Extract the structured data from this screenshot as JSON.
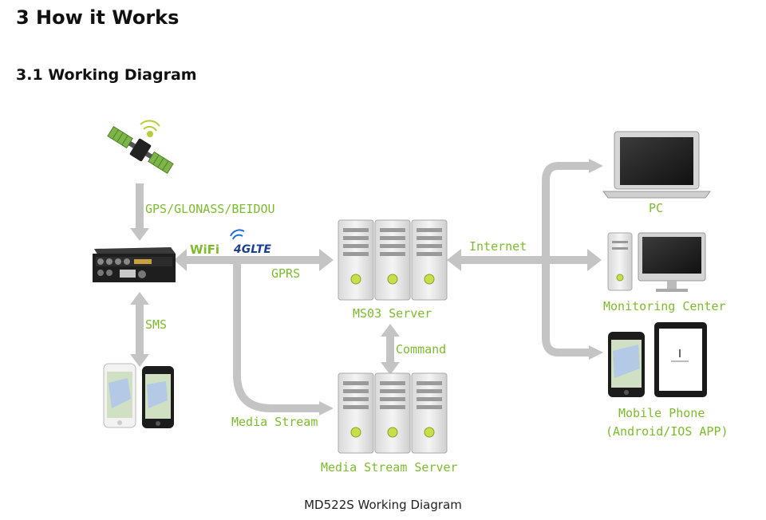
{
  "section_title": "3 How it Works",
  "subsection_title": "3.1 Working Diagram",
  "caption": "MD522S Working Diagram",
  "labels": {
    "gnss": "GPS/GLONASS/BEIDOU",
    "sms": "SMS",
    "gprs": "GPRS",
    "wifi": "WiFi",
    "lte": "4GLTE",
    "internet": "Internet",
    "command": "Command",
    "media_stream": "Media Stream",
    "ms03_server": "MS03 Server",
    "media_stream_server": "Media Stream Server",
    "pc": "PC",
    "monitoring_center": "Monitoring Center",
    "mobile_phone": "Mobile Phone",
    "mobile_phone_sub": "(Android/IOS APP)"
  },
  "colors": {
    "label_green": "#7dbb2f",
    "arrow_gray": "#c4c4c4",
    "wifi_blue": "#1c6fd8"
  }
}
